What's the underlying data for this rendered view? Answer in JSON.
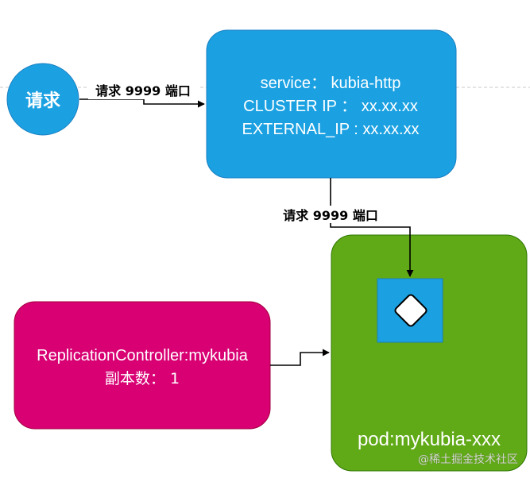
{
  "colors": {
    "request_circle": "#1ba1e2",
    "service_box": "#1ba1e2",
    "pod_box": "#60a917",
    "rc_box": "#d80073",
    "container_box": "#1ba1e2",
    "arrow": "#000000",
    "guide_line": "#c8c8c8"
  },
  "request_node": {
    "label": "请求"
  },
  "edge_request_to_service": {
    "label": "请求 9999 端口"
  },
  "service_node": {
    "line1": "service：  kubia-http",
    "line2": "CLUSTER IP ：  xx.xx.xx",
    "line3": "EXTERNAL_IP : xx.xx.xx"
  },
  "edge_service_to_pod": {
    "label": "请求 9999 端口"
  },
  "rc_node": {
    "line1": "ReplicationController:mykubia",
    "line2": "副本数：   1"
  },
  "pod_node": {
    "label": "pod:mykubia-xxx"
  },
  "container_node": {
    "icon": "diamond-icon"
  },
  "watermark": {
    "text": "@稀土掘金技术社区"
  }
}
